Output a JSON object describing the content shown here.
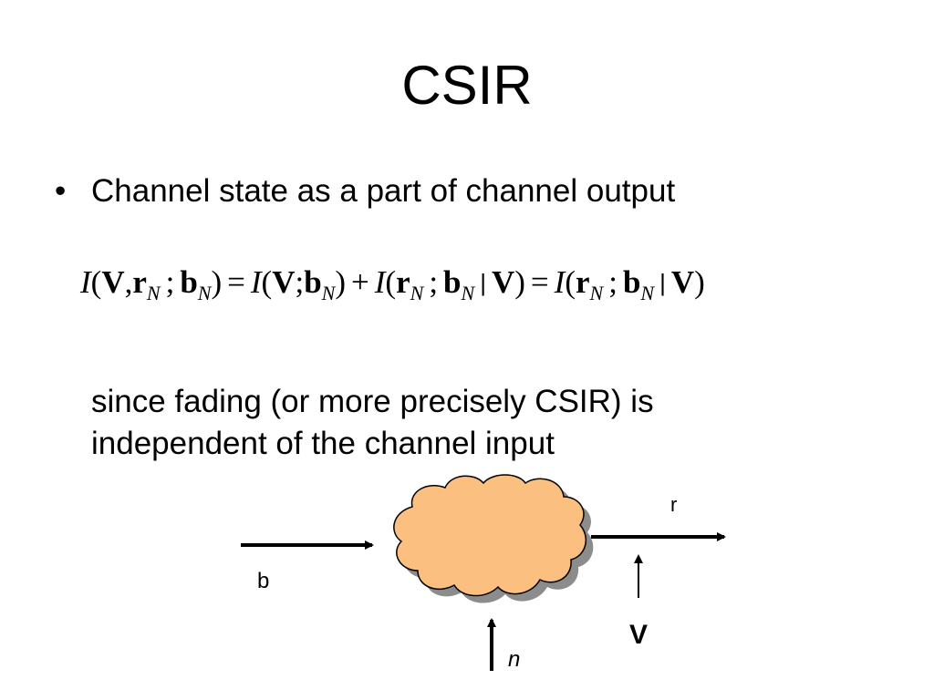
{
  "slide": {
    "title": "CSIR",
    "bullet_marker": "•",
    "bullet_text": "Channel state as a part of channel output",
    "paragraph_lines": [
      "since fading (or more precisely CSIR) is",
      "independent of the channel input"
    ]
  },
  "equation": {
    "I": "I",
    "lparen": "(",
    "rparen": ")",
    "comma": ",",
    "semicolon": ";",
    "equals": "=",
    "plus": "+",
    "given": "|",
    "V": "V",
    "r": "r",
    "b": "b",
    "N": "N"
  },
  "diagram": {
    "input_label": "b",
    "output_label": "r",
    "state_label": "V",
    "noise_label": "n",
    "cloud_color": "#FBBF80",
    "cloud_shadow_color": "#8C8C8C"
  }
}
